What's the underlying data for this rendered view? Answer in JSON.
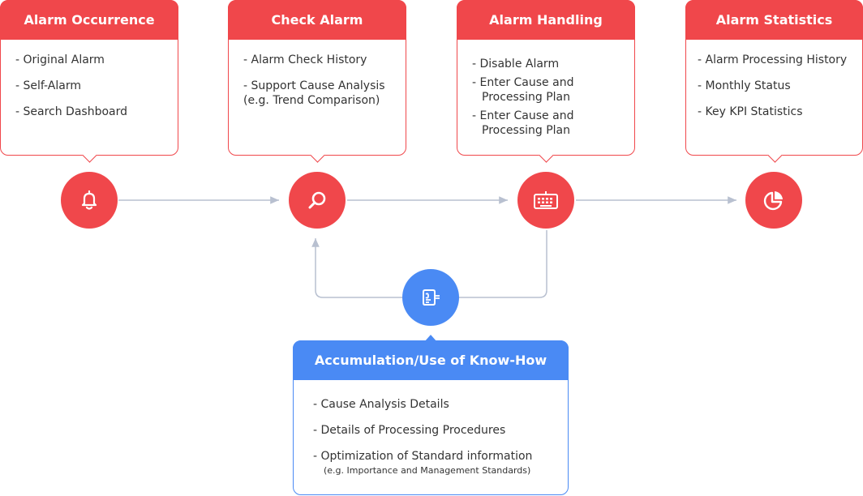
{
  "steps": [
    {
      "title": "Alarm Occurrence",
      "items": [
        "- Original Alarm",
        "- Self-Alarm",
        "- Search Dashboard"
      ]
    },
    {
      "title": "Check Alarm",
      "items": [
        "- Alarm Check History",
        "- Support Cause Analysis",
        "(e.g. Trend Comparison)"
      ]
    },
    {
      "title": "Alarm Handling",
      "items": [
        "- Disable Alarm",
        "- Enter Cause and",
        "Processing Plan",
        "- Enter Cause and",
        "Processing Plan"
      ]
    },
    {
      "title": "Alarm Statistics",
      "items": [
        "- Alarm Processing History",
        "- Monthly Status",
        "- Key KPI Statistics"
      ]
    }
  ],
  "knowhow": {
    "title": "Accumulation/Use of Know-How",
    "items": [
      "- Cause Analysis Details",
      "- Details of Processing Procedures",
      "- Optimization of Standard information"
    ],
    "note": "(e.g. Importance and Management Standards)"
  },
  "icons": {
    "step1": "bell-icon",
    "step2": "search-icon",
    "step3": "keyboard-icon",
    "step4": "pie-chart-icon",
    "knowhow": "knowledge-icon"
  },
  "colors": {
    "step": "#f0474b",
    "knowhow": "#4a8af4",
    "connector": "#b8c0d0"
  }
}
